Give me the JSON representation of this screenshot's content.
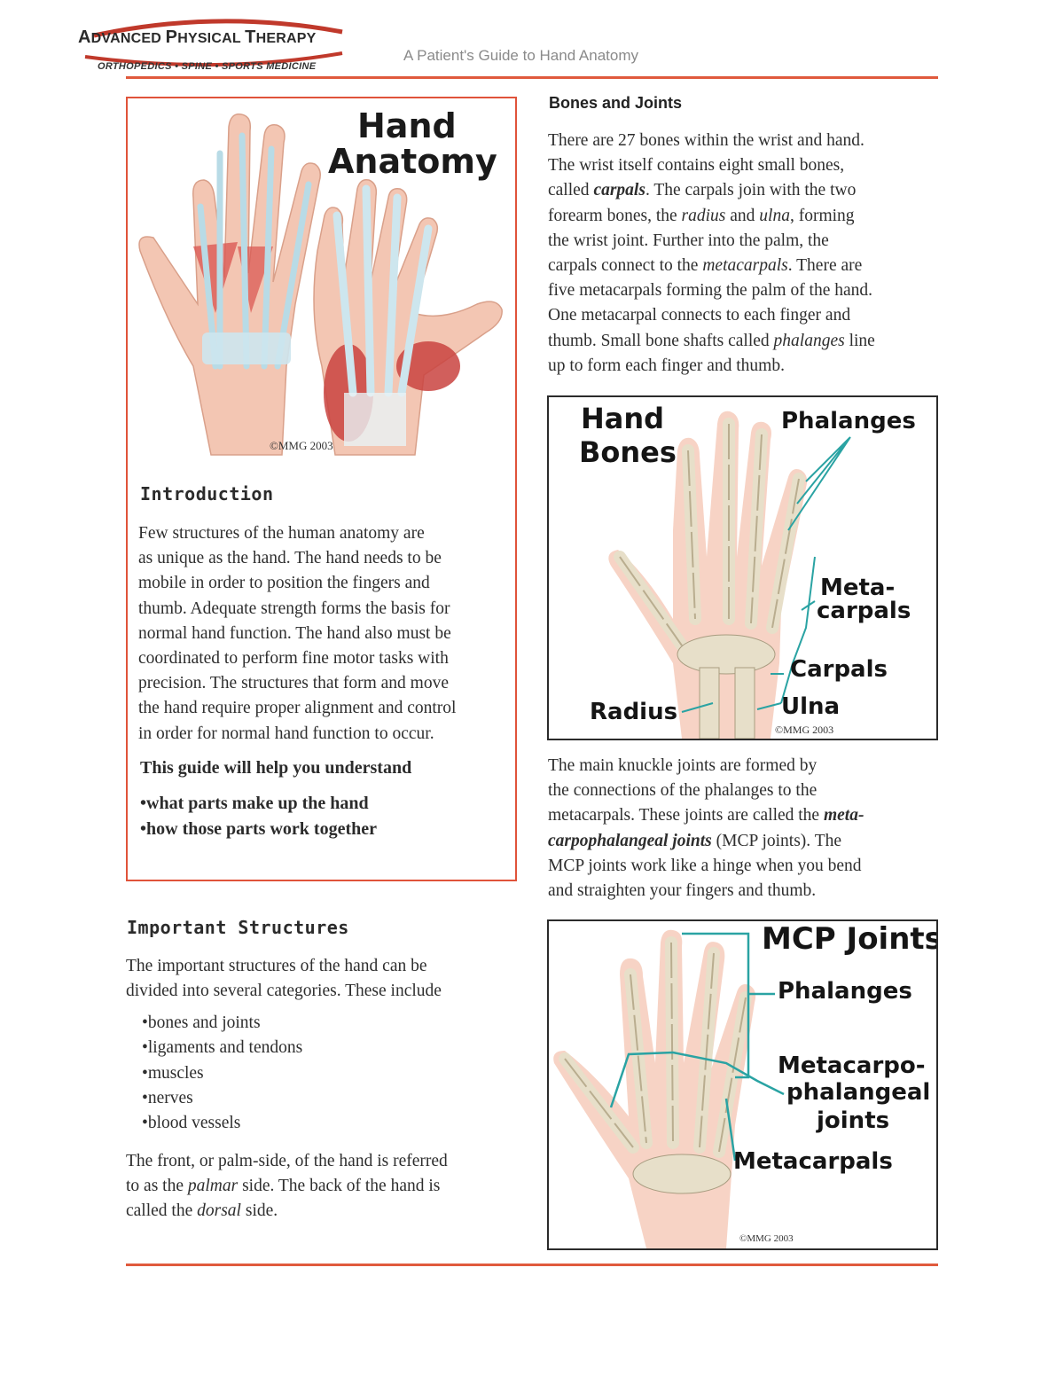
{
  "header": {
    "logo_name_a": "A",
    "logo_name_b": "DVANCED ",
    "logo_name_c": "P",
    "logo_name_d": "HYSICAL ",
    "logo_name_e": "T",
    "logo_name_f": "HERAPY",
    "logo_tagline": "ORTHOPEDICS • SPINE • SPORTS MEDICINE",
    "doc_title": "A Patient's Guide to Hand Anatomy"
  },
  "intro_figure": {
    "title_line1": "Hand",
    "title_line2": "Anatomy",
    "copyright": "©MMG 2003"
  },
  "introduction": {
    "heading": "Introduction",
    "lines": [
      "Few structures of the human anatomy are",
      "as unique as the hand. The hand needs to be",
      "mobile in order to position the fingers and",
      "thumb. Adequate strength forms the basis for",
      "normal hand function. The hand also must be",
      "coordinated to perform fine motor tasks with",
      "precision. The structures that form and move",
      "the hand require proper alignment and control",
      "in order for normal hand function to occur."
    ],
    "guide_lead": "This guide will help you understand",
    "guide_items": [
      "what parts make up the hand",
      "how those parts work together"
    ]
  },
  "important_structures": {
    "heading": "Important Structures",
    "lines": [
      "The important structures of the hand can be",
      "divided into several categories. These include"
    ],
    "items": [
      "bones and joints",
      "ligaments and tendons",
      "muscles",
      "nerves",
      "blood vessels"
    ],
    "palm": {
      "a": "The front, or palm-side, of the hand is referred",
      "b": "to as the ",
      "c": "palmar",
      "d": " side. The back of the hand is",
      "e": "called the ",
      "f": "dorsal",
      "g": " side."
    }
  },
  "bones_joints": {
    "heading": "Bones and Joints",
    "l1": "There are 27 bones within the wrist and hand.",
    "l2": "The wrist itself contains eight small bones,",
    "l3a": "called ",
    "l3b": "carpals",
    "l3c": ". The carpals join with the two",
    "l4a": "forearm bones, the ",
    "l4b": "radius",
    "l4c": " and ",
    "l4d": "ulna",
    "l4e": ", forming",
    "l5": "the wrist joint. Further into the palm, the",
    "l6a": "carpals connect to the ",
    "l6b": "metacarpals",
    "l6c": ". There are",
    "l7": "five metacarpals forming the palm of the hand.",
    "l8": "One metacarpal connects to each finger and",
    "l9a": "thumb. Small bone shafts called ",
    "l9b": "phalanges",
    "l9c": " line",
    "l10": "up to form each finger and thumb."
  },
  "bones_figure": {
    "title_line1": "Hand",
    "title_line2": "Bones",
    "phalanges": "Phalanges",
    "meta1": "Meta-",
    "meta2": "carpals",
    "carpals": "Carpals",
    "radius": "Radius",
    "ulna": "Ulna",
    "copyright": "©MMG 2003"
  },
  "knuckle": {
    "l1": "The main knuckle joints are formed by",
    "l2": "the connections of the phalanges to the",
    "l3a": "metacarpals. These joints are called the ",
    "l3b": "meta-",
    "l4a": "carpophalangeal joints",
    "l4b": " (MCP joints). The",
    "l5": "MCP joints work like a hinge when you bend",
    "l6": "and straighten your fingers and thumb."
  },
  "mcp_figure": {
    "title": "MCP Joints",
    "phalanges": "Phalanges",
    "mp1": "Metacarpo-",
    "mp2": "phalangeal",
    "mp3": "joints",
    "metacarpals": "Metacarpals",
    "copyright": "©MMG 2003"
  },
  "colors": {
    "accent": "#e05a3d",
    "leader": "#2aa3a3",
    "muscle": "#d9534f",
    "bone": "#e8e0cc"
  }
}
